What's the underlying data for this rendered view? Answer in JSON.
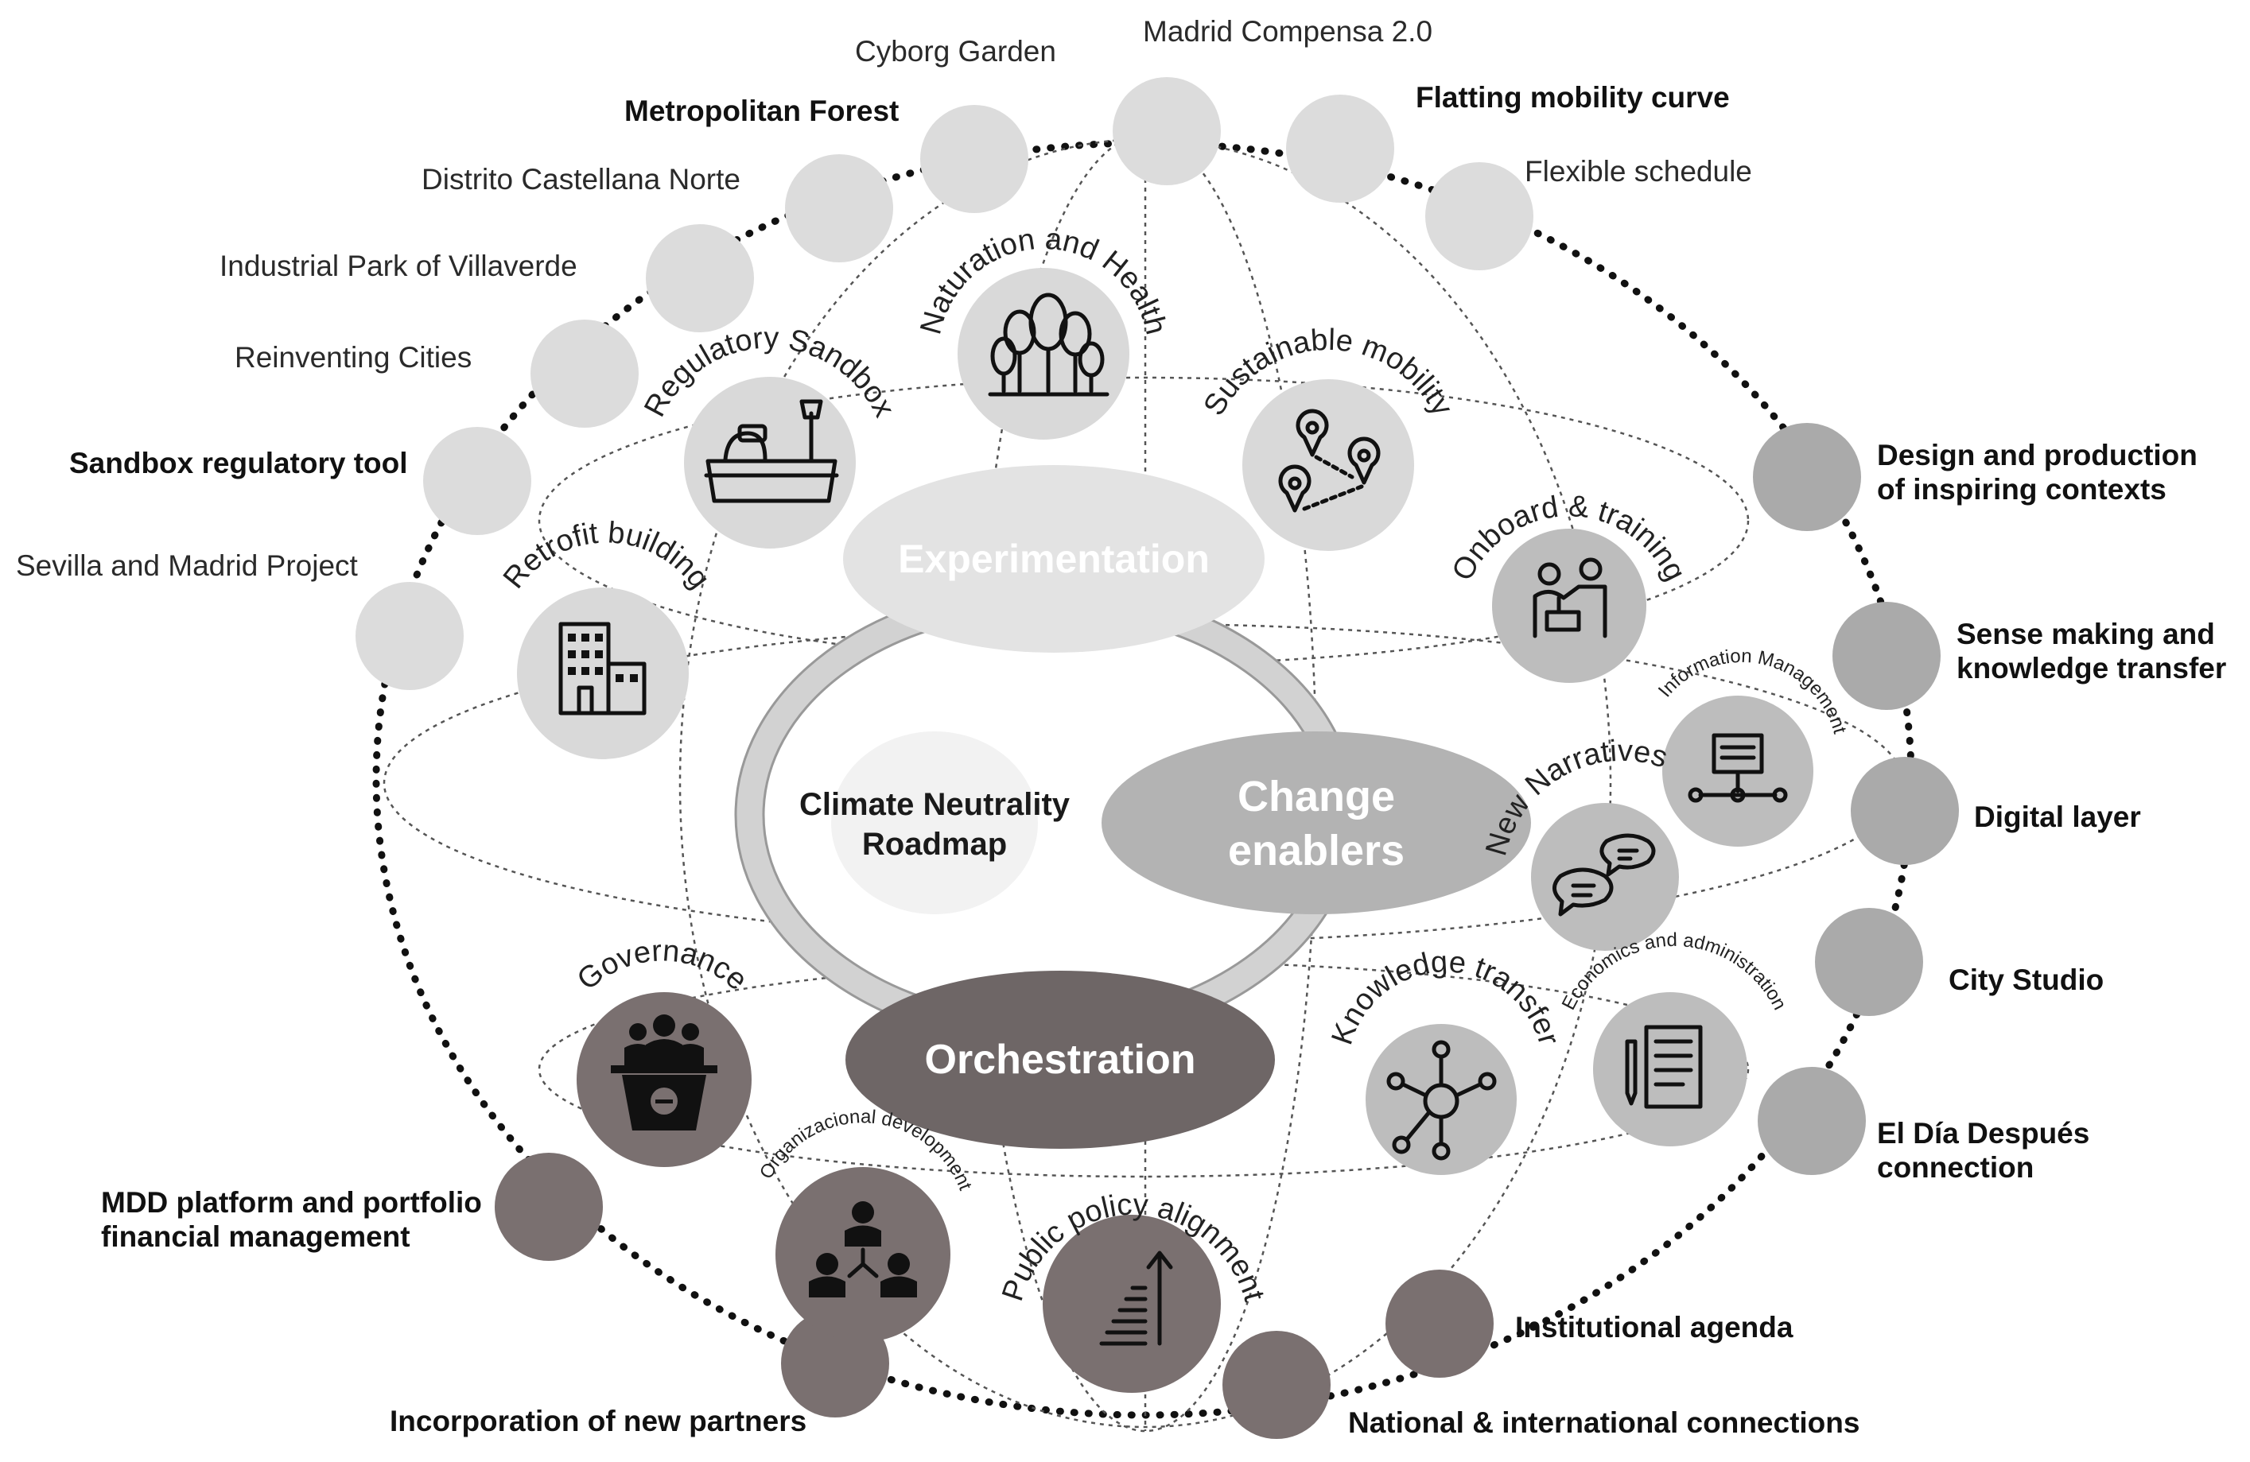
{
  "core": {
    "center": "Climate Neutrality Roadmap",
    "center_line1": "Climate Neutrality",
    "center_line2": "Roadmap",
    "experimentation": "Experimentation",
    "change_enablers_line1": "Change",
    "change_enablers_line2": "enablers",
    "orchestration": "Orchestration"
  },
  "experimentation_nodes": [
    {
      "label": "Naturation and Health",
      "icon": "forest-icon"
    },
    {
      "label": "Regulatory Sandbox",
      "icon": "sandbox-icon"
    },
    {
      "label": "Sustainable mobility",
      "icon": "route-pins-icon"
    },
    {
      "label": "Retrofit  building",
      "icon": "building-icon"
    }
  ],
  "enabler_nodes": [
    {
      "label": "Onboard & training",
      "icon": "training-icon"
    },
    {
      "label": "Information Management",
      "icon": "network-monitor-icon"
    },
    {
      "label": "New Narratives",
      "icon": "chat-bubbles-icon"
    },
    {
      "label": "Economics and  administration",
      "icon": "document-pen-icon"
    },
    {
      "label": "Knowledge transfer",
      "icon": "hub-network-icon"
    }
  ],
  "orchestration_nodes": [
    {
      "label": "Governance",
      "icon": "podium-icon"
    },
    {
      "label": "Organizacional development",
      "icon": "org-chart-icon"
    },
    {
      "label": "Public policy alignment",
      "icon": "stairs-arrow-icon"
    }
  ],
  "outer_experimentation": [
    {
      "label": "Cyborg Garden",
      "bold": false
    },
    {
      "label": "Madrid Compensa 2.0",
      "bold": false
    },
    {
      "label": "Metropolitan Forest",
      "bold": true
    },
    {
      "label": "Flatting mobility curve",
      "bold": true
    },
    {
      "label": "Distrito Castellana Norte",
      "bold": false
    },
    {
      "label": "Flexible schedule",
      "bold": false
    },
    {
      "label": "Industrial Park of Villaverde",
      "bold": false
    },
    {
      "label": "Reinventing Cities",
      "bold": false
    },
    {
      "label": "Sandbox regulatory tool",
      "bold": true
    },
    {
      "label": "Sevilla and Madrid Project",
      "bold": false
    }
  ],
  "outer_enablers": [
    {
      "line1": "Design and production",
      "line2": "of inspiring contexts"
    },
    {
      "line1": "Sense making and",
      "line2": "knowledge transfer"
    },
    {
      "line1": "Digital layer",
      "line2": ""
    },
    {
      "line1": "City Studio",
      "line2": ""
    },
    {
      "line1": "El Día Después",
      "line2": "connection"
    }
  ],
  "outer_orchestration": [
    {
      "line1": "MDD platform and portfolio",
      "line2": "financial management"
    },
    {
      "line1": "Incorporation of new partners",
      "line2": ""
    },
    {
      "line1": "Institutional agenda",
      "line2": ""
    },
    {
      "line1": "National & international connections",
      "line2": ""
    }
  ],
  "colors": {
    "experimentation": "#e3e3e3",
    "enablers": "#b3b3b3",
    "orchestration": "#6e6666",
    "ring": "#d2d2d2",
    "outer_light": "#dcdcdc",
    "outer_mid": "#aaaaaa",
    "outer_dark": "#7a7070"
  }
}
